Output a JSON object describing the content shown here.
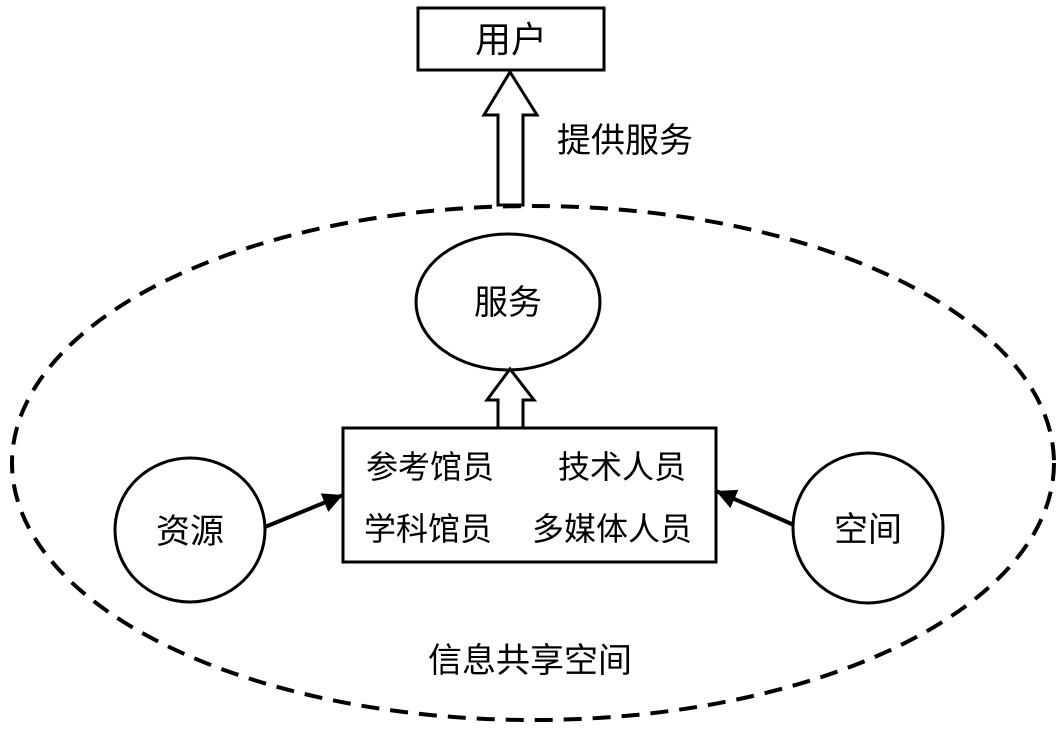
{
  "user_box": {
    "label": "用户"
  },
  "provide_service_label": "提供服务",
  "service_node": {
    "label": "服务"
  },
  "staff_box": {
    "items": [
      "参考馆员",
      "技术人员",
      "学科馆员",
      "多媒体人员"
    ]
  },
  "resource_node": {
    "label": "资源"
  },
  "space_node": {
    "label": "空间"
  },
  "region_label": "信息共享空间",
  "colors": {
    "line": "#000000",
    "background": "#ffffff"
  }
}
